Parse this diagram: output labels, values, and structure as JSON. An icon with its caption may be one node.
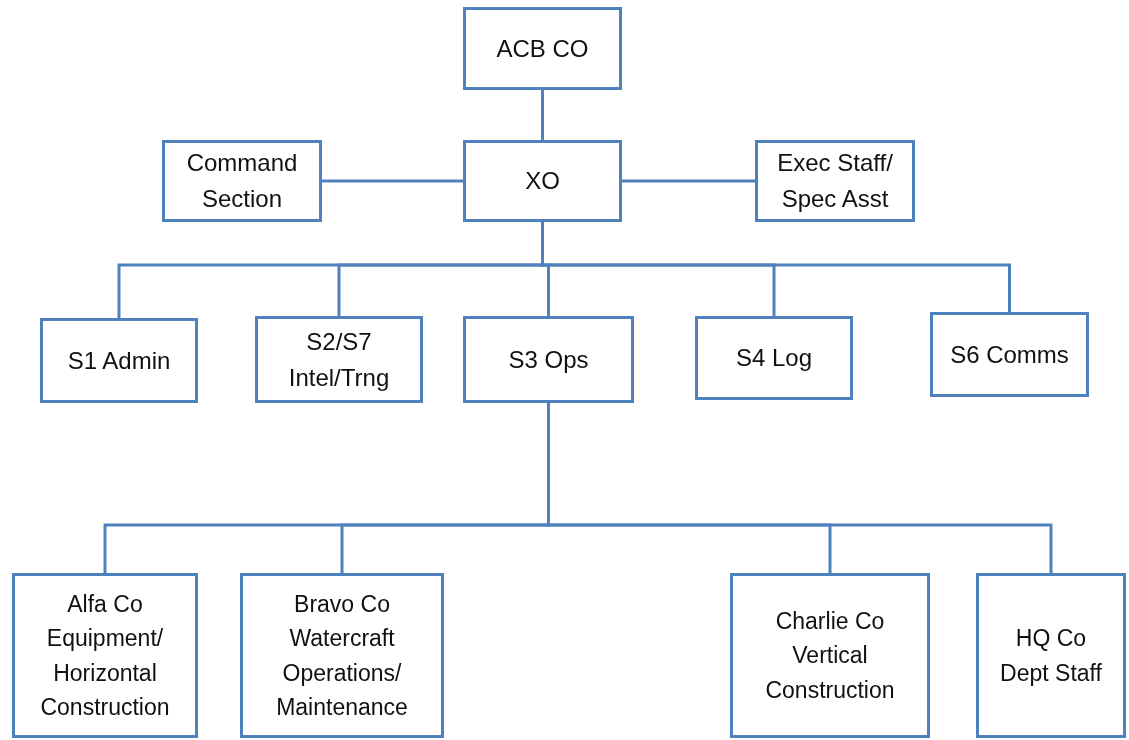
{
  "diagram": {
    "nodes": [
      {
        "text": [
          "ACB CO"
        ]
      },
      {
        "text": [
          "Command Section"
        ]
      },
      {
        "text": [
          "XO"
        ]
      },
      {
        "text": [
          "Exec Staff/ Spec Asst"
        ]
      },
      {
        "text": [
          "S1 Admin"
        ]
      },
      {
        "text": [
          "S2/S7 Intel/Trng"
        ]
      },
      {
        "text": [
          "S3 Ops"
        ]
      },
      {
        "text": [
          "S4 Log"
        ]
      },
      {
        "text": [
          "S6 Comms"
        ]
      },
      {
        "text": [
          "Alfa Co",
          "Equipment/ Horizontal Construction"
        ]
      },
      {
        "text": [
          "Bravo Co",
          "Watercraft Operations/ Maintenance"
        ]
      },
      {
        "text": [
          "Charlie Co",
          "Vertical Construction"
        ]
      },
      {
        "text": [
          "HQ Co",
          "Dept Staff"
        ]
      }
    ],
    "edges": [
      {
        "from": 0,
        "to": 2,
        "arrow": "none"
      },
      {
        "from": 2,
        "to": 1,
        "arrow": "none"
      },
      {
        "from": 2,
        "to": 3,
        "arrow": "none"
      },
      {
        "from": 2,
        "to": 4,
        "arrow": "none"
      },
      {
        "from": 2,
        "to": 5,
        "arrow": "none"
      },
      {
        "from": 2,
        "to": 6,
        "arrow": "none"
      },
      {
        "from": 2,
        "to": 7,
        "arrow": "none"
      },
      {
        "from": 2,
        "to": 8,
        "arrow": "none"
      },
      {
        "from": 6,
        "to": 9,
        "arrow": "none"
      },
      {
        "from": 6,
        "to": 10,
        "arrow": "none"
      },
      {
        "from": 6,
        "to": 11,
        "arrow": "none"
      },
      {
        "from": 6,
        "to": 12,
        "arrow": "none"
      }
    ]
  }
}
